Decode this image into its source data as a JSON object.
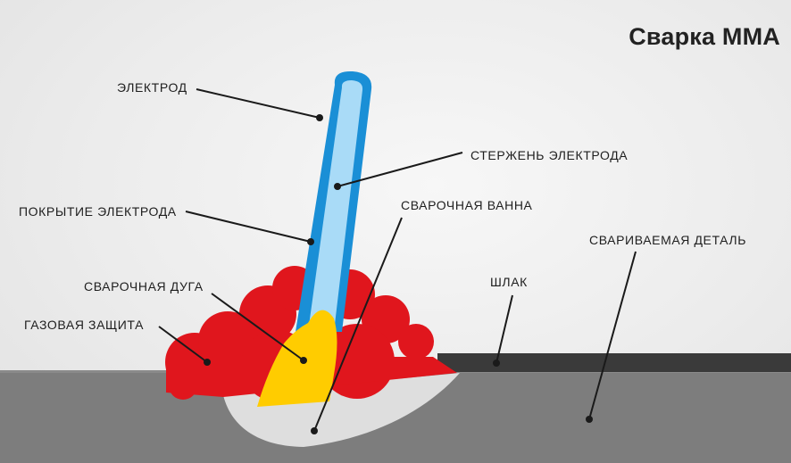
{
  "title": "Сварка MMA",
  "labels": {
    "electrode": "ЭЛЕКТРОД",
    "core": "СТЕРЖЕНЬ ЭЛЕКТРОДА",
    "coating": "ПОКРЫТИЕ ЭЛЕКТРОДА",
    "pool": "СВАРОЧНАЯ ВАННА",
    "workpiece": "СВАРИВАЕМАЯ ДЕТАЛЬ",
    "slag": "ШЛАК",
    "arc": "СВАРОЧНАЯ ДУГА",
    "gas": "ГАЗОВАЯ ЗАЩИТА"
  },
  "colors": {
    "coating": "#1a8fd6",
    "core": "#a9dbf7",
    "gas_shield": "#e0161d",
    "arc": "#ffcc00",
    "weld_pool": "#dedede",
    "workpiece": "#7d7d7d",
    "slag": "#3a3a3a"
  }
}
